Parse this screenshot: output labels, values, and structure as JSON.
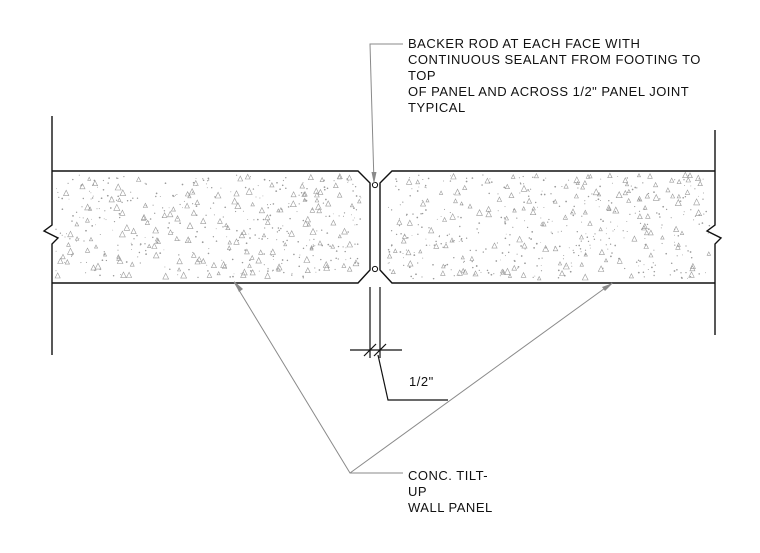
{
  "notes": {
    "backer_rod": [
      "BACKER ROD AT EACH FACE WITH",
      "CONTINUOUS SEALANT FROM FOOTING TO",
      "TOP",
      "OF PANEL AND ACROSS 1/2\" PANEL JOINT",
      "TYPICAL"
    ],
    "joint_dimension": "1/2\"",
    "panel": [
      "CONC. TILT-",
      "UP",
      "WALL PANEL"
    ]
  },
  "colors": {
    "line": "#111111",
    "leader": "#8a8a8a",
    "speckle": "#9a9a9a",
    "background": "#ffffff"
  }
}
